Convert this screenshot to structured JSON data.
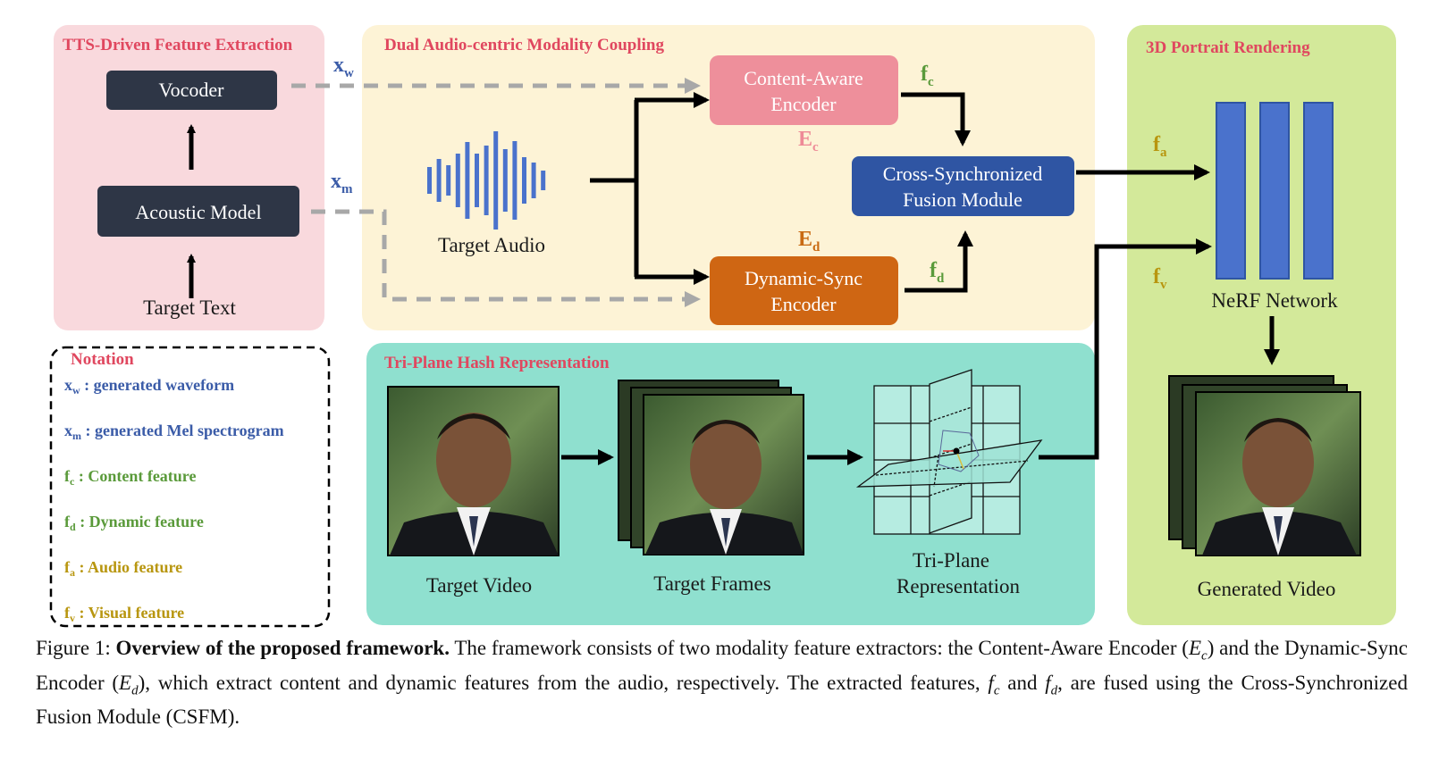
{
  "panels": {
    "tts": "TTS-Driven Feature Extraction",
    "dual": "Dual Audio-centric Modality Coupling",
    "render": "3D Portrait Rendering",
    "triplane": "Tri-Plane Hash Representation"
  },
  "tts": {
    "vocoder": "Vocoder",
    "acoustic": "Acoustic Model",
    "target_text": "Target Text"
  },
  "symbols": {
    "xw_main": "x",
    "xw_sub": "w",
    "xm_main": "x",
    "xm_sub": "m",
    "fc_main": "f",
    "fc_sub": "c",
    "fd_main": "f",
    "fd_sub": "d",
    "fa_main": "f",
    "fa_sub": "a",
    "fv_main": "f",
    "fv_sub": "v",
    "ec_main": "E",
    "ec_sub": "c",
    "ed_main": "E",
    "ed_sub": "d"
  },
  "dual": {
    "target_audio": "Target Audio",
    "content_line1": "Content-Aware",
    "content_line2": "Encoder",
    "dynamic_line1": "Dynamic-Sync",
    "dynamic_line2": "Encoder",
    "fusion_line1": "Cross-Synchronized",
    "fusion_line2": "Fusion Module"
  },
  "render": {
    "nerf": "NeRF Network",
    "generated": "Generated Video"
  },
  "triplane": {
    "target_video": "Target Video",
    "target_frames": "Target Frames",
    "rep_line1": "Tri-Plane",
    "rep_line2": "Representation"
  },
  "notation": {
    "title": "Notation",
    "items": [
      {
        "sym": "x",
        "sub": "w",
        "text": " : generated waveform",
        "color": "#3b5ca8"
      },
      {
        "sym": "x",
        "sub": "m",
        "text": " : generated Mel spectrogram",
        "color": "#3b5ca8"
      },
      {
        "sym": "f",
        "sub": "c",
        "text": " : Content feature",
        "color": "#5a9a3a"
      },
      {
        "sym": "f",
        "sub": "d",
        "text": " : Dynamic feature",
        "color": "#5a9a3a"
      },
      {
        "sym": "f",
        "sub": "a",
        "text": " : Audio feature",
        "color": "#b8960f"
      },
      {
        "sym": "f",
        "sub": "v",
        "text": " : Visual feature",
        "color": "#b8960f"
      }
    ]
  },
  "caption": {
    "prefix": "Figure 1: ",
    "bold": "Overview of the proposed framework.",
    "t1": " The framework consists of two modality feature extractors: the Content-Aware Encoder (",
    "ec": "E",
    "ec_sub": "c",
    "t2": ") and the Dynamic-Sync Encoder (",
    "ed": "E",
    "ed_sub": "d",
    "t3": "), which extract content and dynamic features from the audio, respectively. The extracted features, ",
    "fc": "f",
    "fc_sub": "c",
    "t4": " and ",
    "fd": "f",
    "fd_sub": "d",
    "t5": ", are fused using the Cross-Synchronized Fusion Module (CSFM)."
  },
  "colors": {
    "tts_bg": "#f9d9dd",
    "dual_bg": "#fdf3d6",
    "render_bg": "#d3e99a",
    "triplane_bg": "#8fe0cf",
    "dark_box": "#2e3646",
    "content_box": "#ee8f9b",
    "dynamic_box": "#cf6613",
    "fusion_box": "#2f55a3",
    "nerf_bar": "#4a72cc",
    "waveform": "#4a72cc"
  }
}
